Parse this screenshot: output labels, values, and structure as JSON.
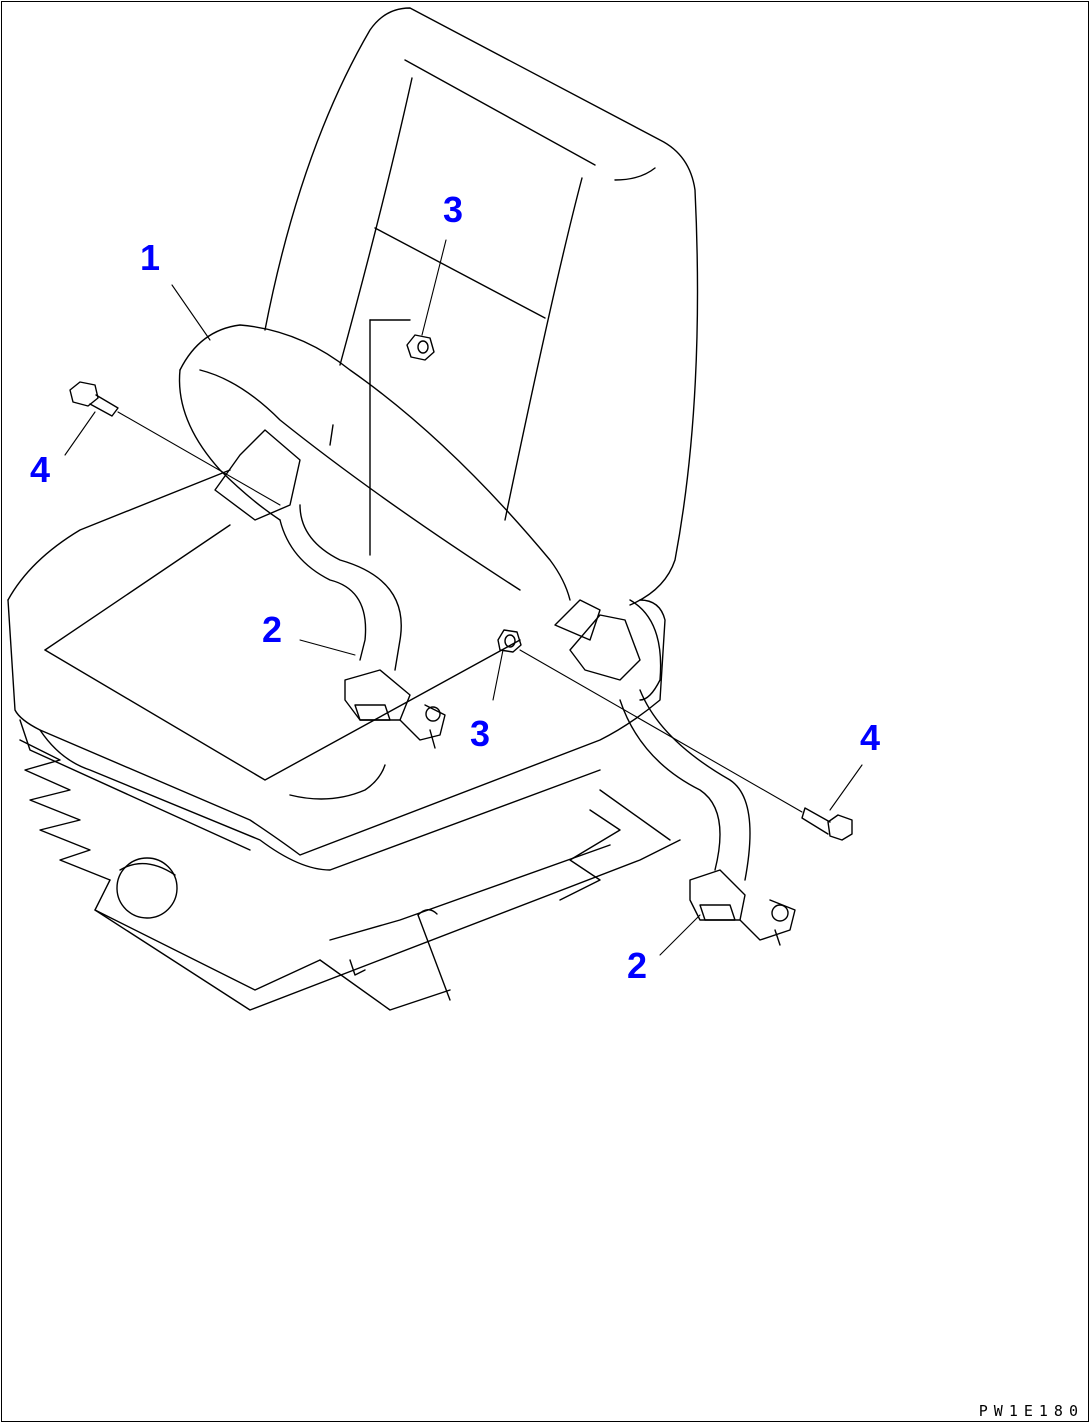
{
  "colors": {
    "line": "#000000",
    "callout": "#0000ff",
    "background": "#ffffff"
  },
  "callouts": [
    {
      "id": "c1",
      "label": "1"
    },
    {
      "id": "c2a",
      "label": "2"
    },
    {
      "id": "c2b",
      "label": "2"
    },
    {
      "id": "c3a",
      "label": "3"
    },
    {
      "id": "c3b",
      "label": "3"
    },
    {
      "id": "c4a",
      "label": "4"
    },
    {
      "id": "c4b",
      "label": "4"
    }
  ],
  "drawing_code": "PW1E180"
}
